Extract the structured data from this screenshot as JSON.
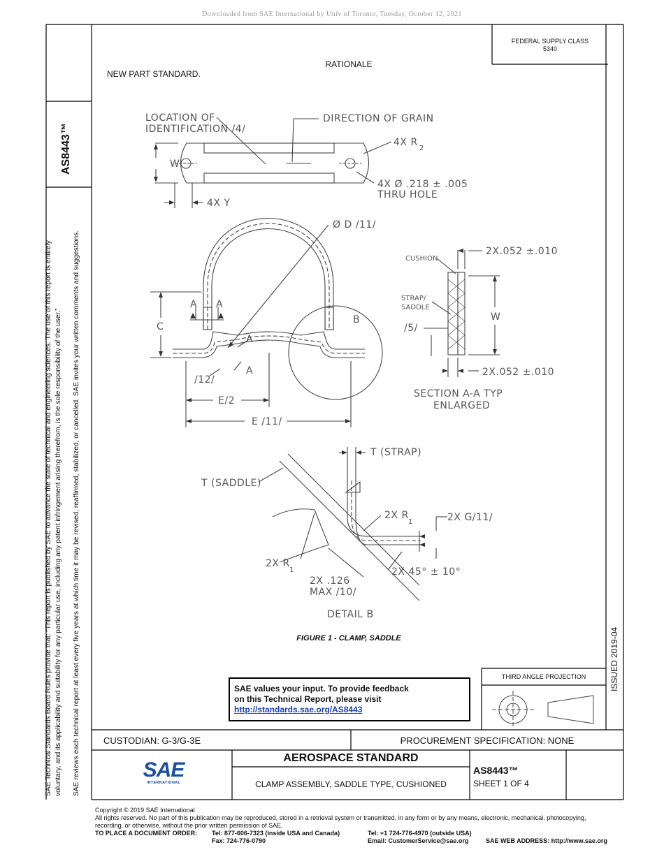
{
  "download_banner": "Downloaded from SAE International by Univ of Toronto, Tuesday, October 12, 2021",
  "side": {
    "doc_number": "AS8443™",
    "rules_line1": "SAE Technical Standards Board Rules provide that: “This report is published by SAE to advance the state of technical and engineering sciences. The use of this report is entirely",
    "rules_line2": "voluntary, and its applicability and suitability for any particular use, including any patent infringement arising therefrom, is the sole responsibility of the user.”",
    "review_line": "SAE reviews each technical report at least every five years at which time it may be revised, reaffirmed, stabilized, or cancelled. SAE invites your written comments and suggestions.",
    "issued": "ISSUED 2019-04"
  },
  "header": {
    "federal_supply_label": "FEDERAL SUPPLY CLASS",
    "federal_supply_value": "5340",
    "rationale_title": "RATIONALE",
    "rationale_text": "NEW PART STANDARD."
  },
  "drawing": {
    "loc_id_1": "LOCATION OF",
    "loc_id_2": "IDENTIFICATION /4/",
    "grain": "DIRECTION OF GRAIN",
    "r2": "4X R",
    "r2_sub": "2",
    "w_label": "W",
    "hole_1": "4X Ø .218 ± .005",
    "hole_2": "THRU HOLE",
    "y_label": "4X Y",
    "d_label": "Ø D /11/",
    "cushion": "CUSHION",
    "thk_top": "2X.052 ±.010",
    "strap_1": "STRAP/",
    "strap_2": "SADDLE",
    "note5": "/5/",
    "w_right": "W",
    "thk_bot": "2X.052 ±.010",
    "section_1": "SECTION A-A TYP",
    "section_2": "ENLARGED",
    "c_label": "C",
    "a_label": "A",
    "b_label": "B",
    "note12": "/12/",
    "e2_label": "E/2",
    "e_label": "E /11/",
    "t_strap": "T (STRAP)",
    "t_saddle": "T (SADDLE)",
    "r1_a": "2X R",
    "r1_sub": "1",
    "g_label": "2X G/11/",
    "r1_b": "2X R",
    "angle": "2X 45° ± 10°",
    "max_1": "2X .126",
    "max_2": "MAX /10/",
    "detail": "DETAIL B"
  },
  "figure_caption": "FIGURE 1 - CLAMP, SADDLE",
  "feedback": {
    "line1": "SAE values your input. To provide feedback",
    "line2": "on this Technical Report, please visit",
    "link": "http://standards.sae.org/AS8443"
  },
  "third_angle": "THIRD ANGLE PROJECTION",
  "title_block": {
    "custodian": "CUSTODIAN: G-3/G-3E",
    "procurement": "PROCUREMENT SPECIFICATION: NONE",
    "standard_type": "AEROSPACE STANDARD",
    "title": "CLAMP ASSEMBLY, SADDLE TYPE, CUSHIONED",
    "doc_number": "AS8443™",
    "sheet": "SHEET 1 OF 4",
    "logo_text": "SAE",
    "logo_sub": "INTERNATIONAL"
  },
  "footer": {
    "copyright": "Copyright © 2019 SAE International",
    "rights1": "All rights reserved. No part of this publication may be reproduced, stored in a retrieval system or transmitted, in any form or by any means, electronic, mechanical, photocopying,",
    "rights2": "recording, or otherwise, without the prior written permission of SAE.",
    "order_label": "TO PLACE A DOCUMENT ORDER:",
    "tel_usa": "Tel: 877-606-7323 (inside USA and Canada)",
    "fax": "Fax: 724-776-0790",
    "tel_out": "Tel: +1 724-776-4970 (outside USA)",
    "email": "Email: CustomerService@sae.org",
    "web": "SAE WEB ADDRESS: http://www.sae.org"
  },
  "colors": {
    "logo_blue": "#1a4fa0",
    "link_blue": "#1a3fb0",
    "frame": "#000000"
  }
}
